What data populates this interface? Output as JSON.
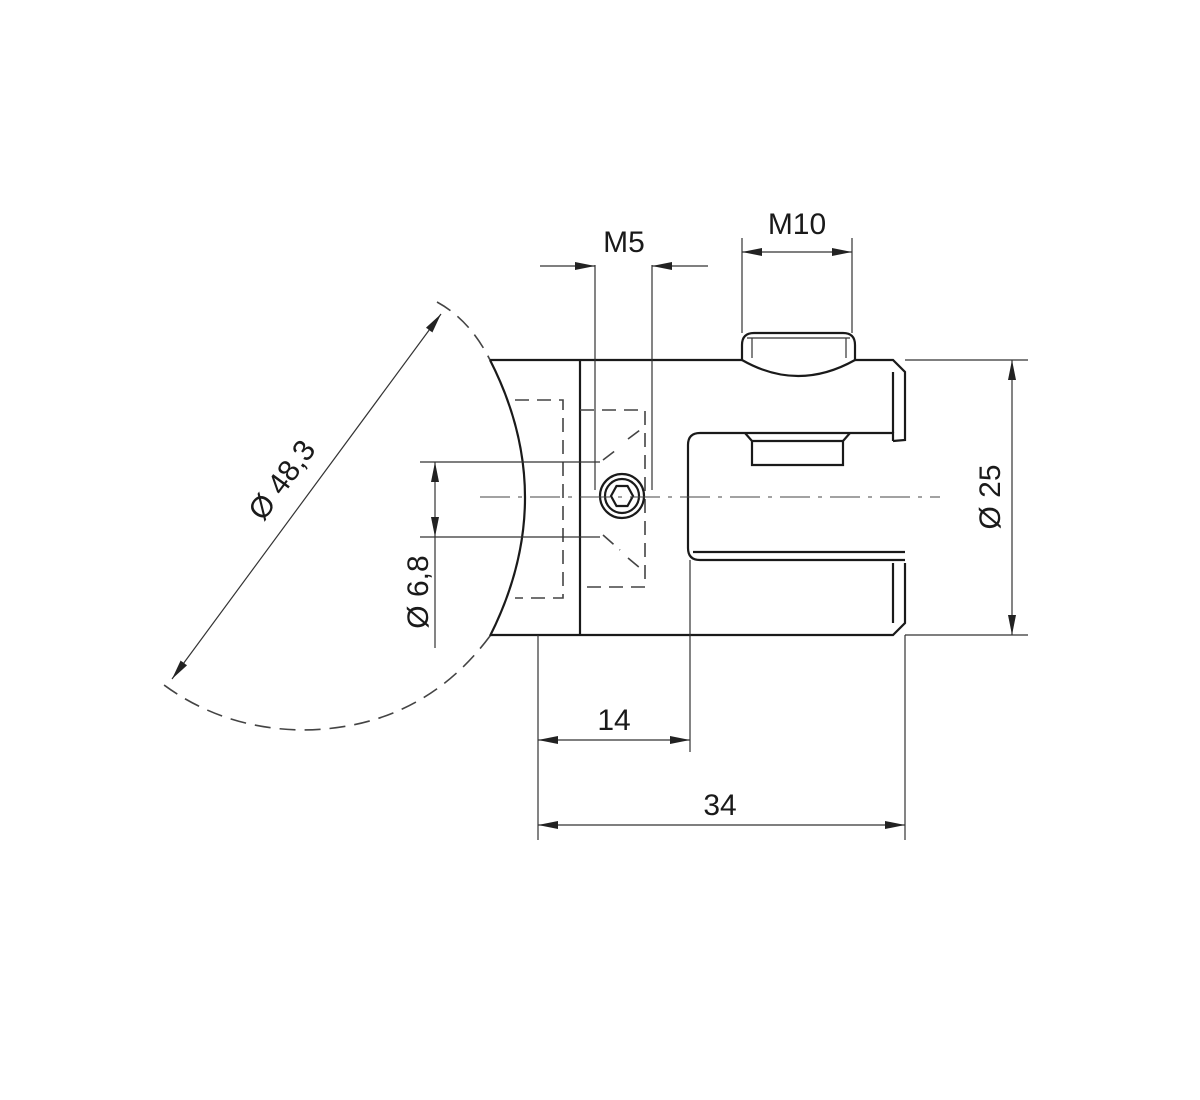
{
  "drawing": {
    "type": "technical-drawing",
    "subject": "Glass clamp / tube connector side view",
    "units": "mm",
    "dimensions": {
      "m5": "M5",
      "m10": "M10",
      "tube_diameter": "Ø 48,3",
      "hole_diameter": "Ø 6,8",
      "body_diameter": "Ø 25",
      "slot_depth": "14",
      "overall_length": "34"
    },
    "colors": {
      "line": "#1a1a1a",
      "background": "#ffffff"
    }
  }
}
